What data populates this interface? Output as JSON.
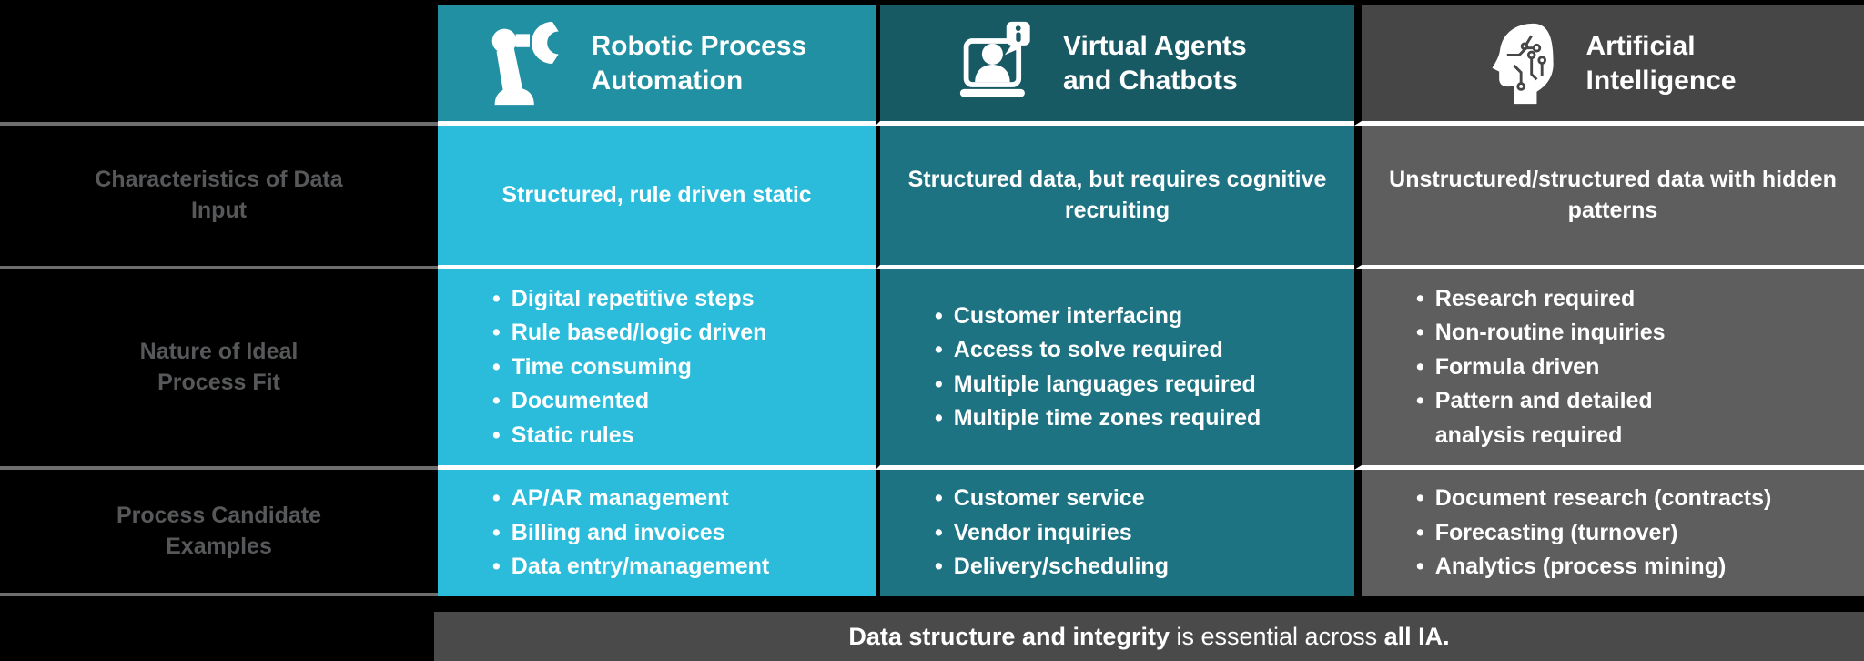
{
  "row_labels": [
    "Characteristics of Data Input",
    "Nature of Ideal Process Fit",
    "Process Candidate Examples"
  ],
  "columns": [
    {
      "title": "Robotic Process Automation",
      "icon": "robot-arm-icon",
      "characteristics": "Structured, rule driven static",
      "nature_bullets": [
        "Digital repetitive steps",
        "Rule based/logic driven",
        "Time consuming",
        "Documented",
        "Static rules"
      ],
      "example_bullets": [
        "AP/AR management",
        "Billing and invoices",
        "Data entry/management"
      ],
      "header_color": "#2090a2",
      "body_color": "#2bbcdb"
    },
    {
      "title": "Virtual Agents and Chatbots",
      "icon": "virtual-agent-laptop-icon",
      "characteristics": "Structured data, but requires cognitive recruiting",
      "nature_bullets": [
        "Customer interfacing",
        "Access to solve required",
        "Multiple languages required",
        "Multiple time zones required"
      ],
      "example_bullets": [
        "Customer service",
        "Vendor inquiries",
        "Delivery/scheduling"
      ],
      "header_color": "#185a64",
      "body_color": "#1d7382"
    },
    {
      "title": "Artificial Intelligence",
      "icon": "ai-circuit-head-icon",
      "characteristics": "Unstructured/structured data with hidden patterns",
      "nature_bullets": [
        "Research required",
        "Non-routine inquiries",
        "Formula driven",
        "Pattern and detailed analysis required"
      ],
      "example_bullets": [
        "Document research (contracts)",
        "Forecasting (turnover)",
        "Analytics (process mining)"
      ],
      "header_color": "#464646",
      "body_color": "#5e5e5e"
    }
  ],
  "footer": {
    "bold_lead": "Data structure and integrity",
    "middle": " is essential across ",
    "bold_tail": "all IA."
  }
}
